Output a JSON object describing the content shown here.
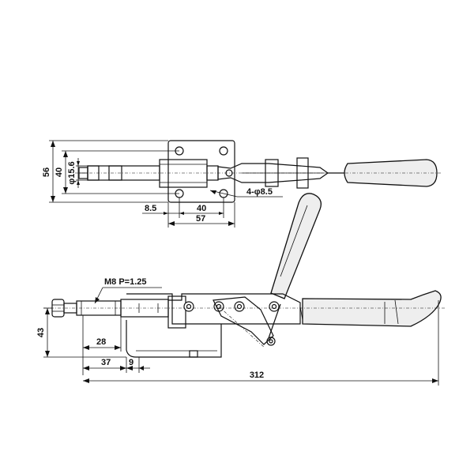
{
  "dimensions": {
    "top_view": {
      "height_outer": "56",
      "height_inner": "40",
      "shaft_diameter": "φ15.6",
      "hole_spec": "4-φ8.5",
      "offset": "8.5",
      "hole_spacing": "40",
      "base_width": "57"
    },
    "side_view": {
      "thread": "M8  P=1.25",
      "height": "43",
      "stroke": "28",
      "span": "37",
      "gap": "9",
      "overall_length": "312"
    }
  }
}
